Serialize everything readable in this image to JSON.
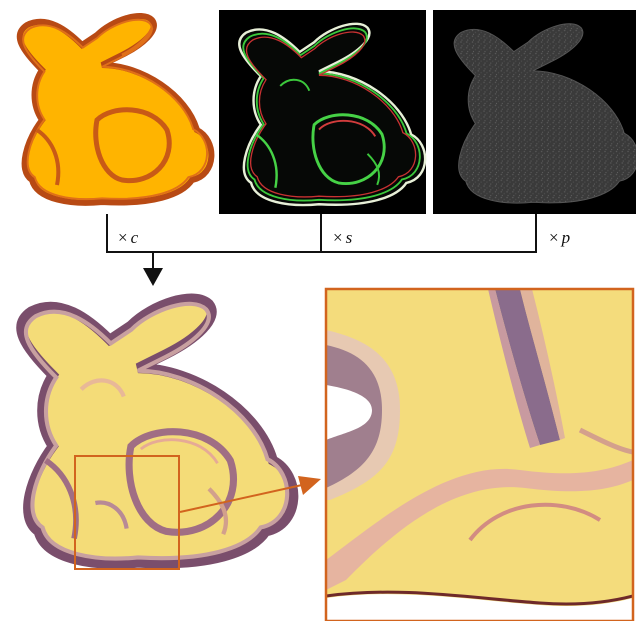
{
  "figure": {
    "multipliers": {
      "c": {
        "times": "×",
        "symbol": "c"
      },
      "s": {
        "times": "×",
        "symbol": "s"
      },
      "p": {
        "times": "×",
        "symbol": "p"
      }
    }
  },
  "colors": {
    "color_bunny_fill": "#ffb400",
    "color_bunny_edge": "#d2561a",
    "panel_background": "#000000",
    "result_fill": "#f4dc78",
    "result_edge": "#8c5a78",
    "zoom_box": "#d2641e"
  }
}
